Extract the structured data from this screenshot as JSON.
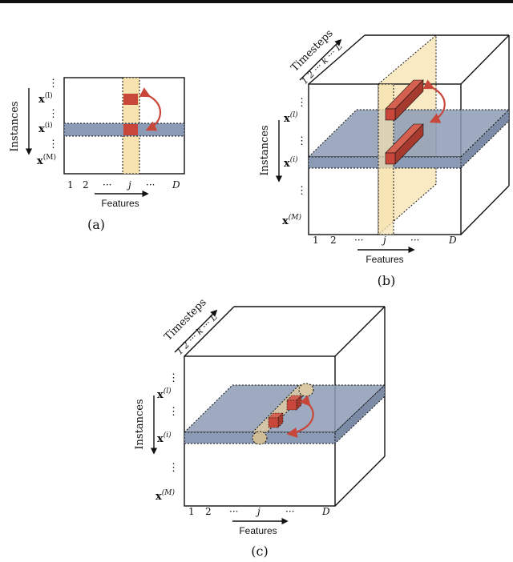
{
  "panel_a": {
    "caption": "(a)",
    "rows": {
      "x1": "x",
      "x1_sup": "(l)",
      "xi": "x",
      "xi_sup": "(i)",
      "xM": "x",
      "xM_sup": "(M)",
      "dots": "⋮"
    },
    "axis_instances": "Instances",
    "axis_features": "Features",
    "ticks": [
      "1",
      "2",
      "···",
      "j",
      "···",
      "D"
    ]
  },
  "panel_b": {
    "caption": "(b)",
    "rows": {
      "x1": "x",
      "x1_sup": "(l)",
      "xi": "x",
      "xi_sup": "(i)",
      "xM": "x",
      "xM_sup": "(M)",
      "dots": "⋮"
    },
    "axis_instances": "Instances",
    "axis_features": "Features",
    "axis_timesteps": "Timesteps",
    "timestep_ticks": "1 2 ··· k ··· L",
    "ticks": [
      "1",
      "2",
      "···",
      "j",
      "···",
      "D"
    ]
  },
  "panel_c": {
    "caption": "(c)",
    "rows": {
      "x1": "x",
      "x1_sup": "(l)",
      "xi": "x",
      "xi_sup": "(i)",
      "xM": "x",
      "xM_sup": "(M)",
      "dots": "⋮"
    },
    "axis_instances": "Instances",
    "axis_features": "Features",
    "axis_timesteps": "Timesteps",
    "timestep_ticks": "1 2 ··· k ··· L",
    "ticks": [
      "1",
      "2",
      "···",
      "j",
      "···",
      "D"
    ]
  },
  "colors": {
    "instance_band": "#8c9bb5",
    "feature_band": "#f7e3b0",
    "cell_red": "#c9473a",
    "accent_j": "#b33a2e",
    "outline": "#111111"
  }
}
